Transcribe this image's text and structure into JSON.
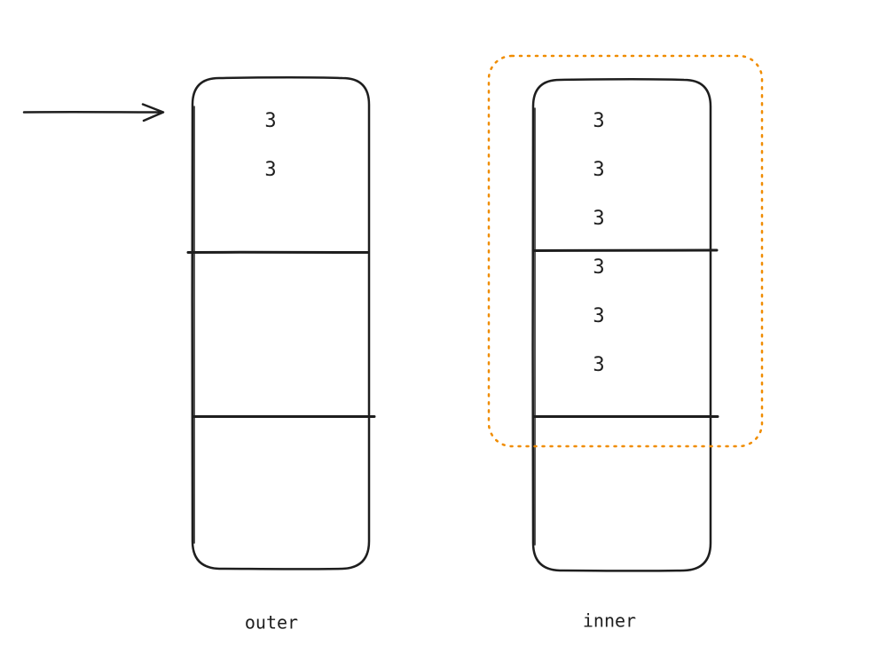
{
  "outer": {
    "caption": "outer",
    "values": [
      "3",
      "3"
    ]
  },
  "inner": {
    "caption": "inner",
    "values": [
      "3",
      "3",
      "3",
      "3",
      "3",
      "3"
    ]
  },
  "colors": {
    "stroke": "#1e1e1e",
    "highlight": "#f08c00"
  }
}
